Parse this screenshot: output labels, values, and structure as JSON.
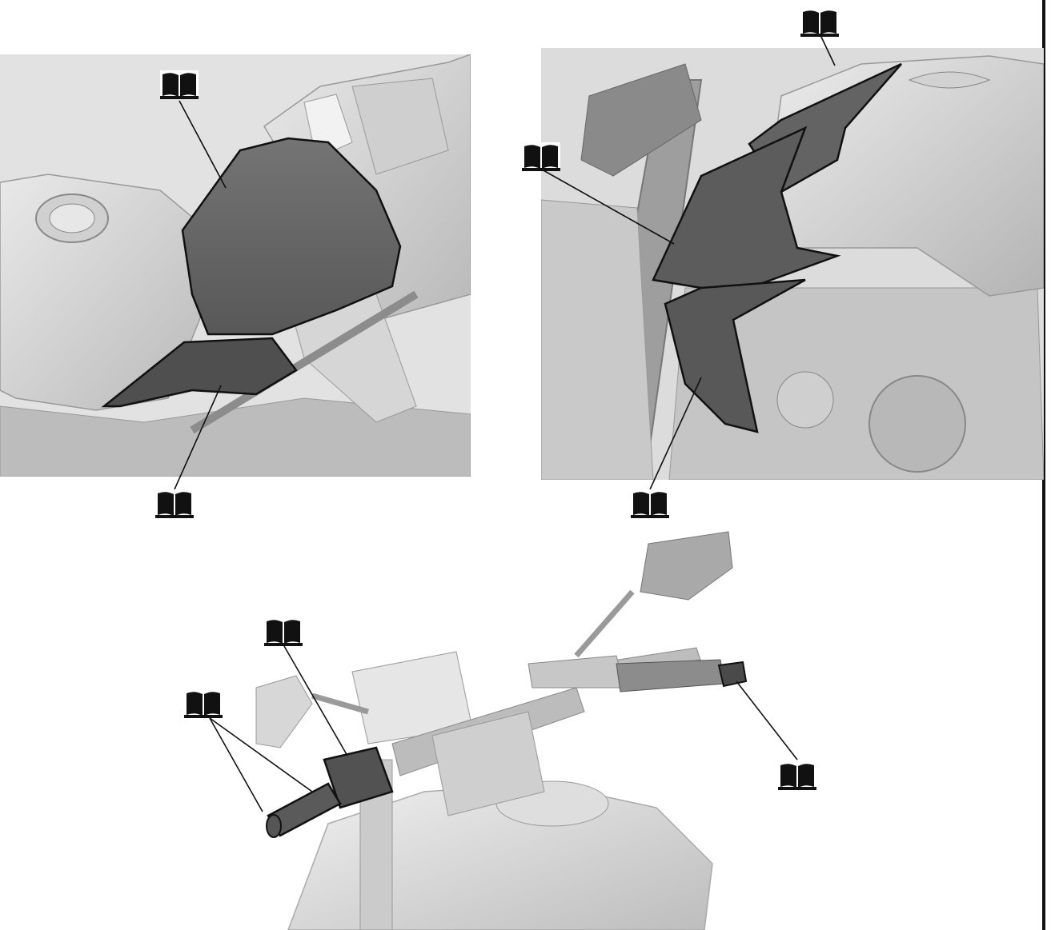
{
  "figure": {
    "panels": [
      {
        "id": "seat-panel",
        "subject": "rider-seat"
      },
      {
        "id": "side-cover-panel",
        "subject": "tank-side-covers"
      },
      {
        "id": "handlebar-panel",
        "subject": "handlebar-and-grips"
      }
    ],
    "callout_icon": "manual-book-icon",
    "callout_count": 8,
    "colors": {
      "line_art_light": "#d4d4d4",
      "line_art_mid": "#9a9a9a",
      "highlight_part": "#5e5e5e",
      "ink": "#111111"
    }
  }
}
